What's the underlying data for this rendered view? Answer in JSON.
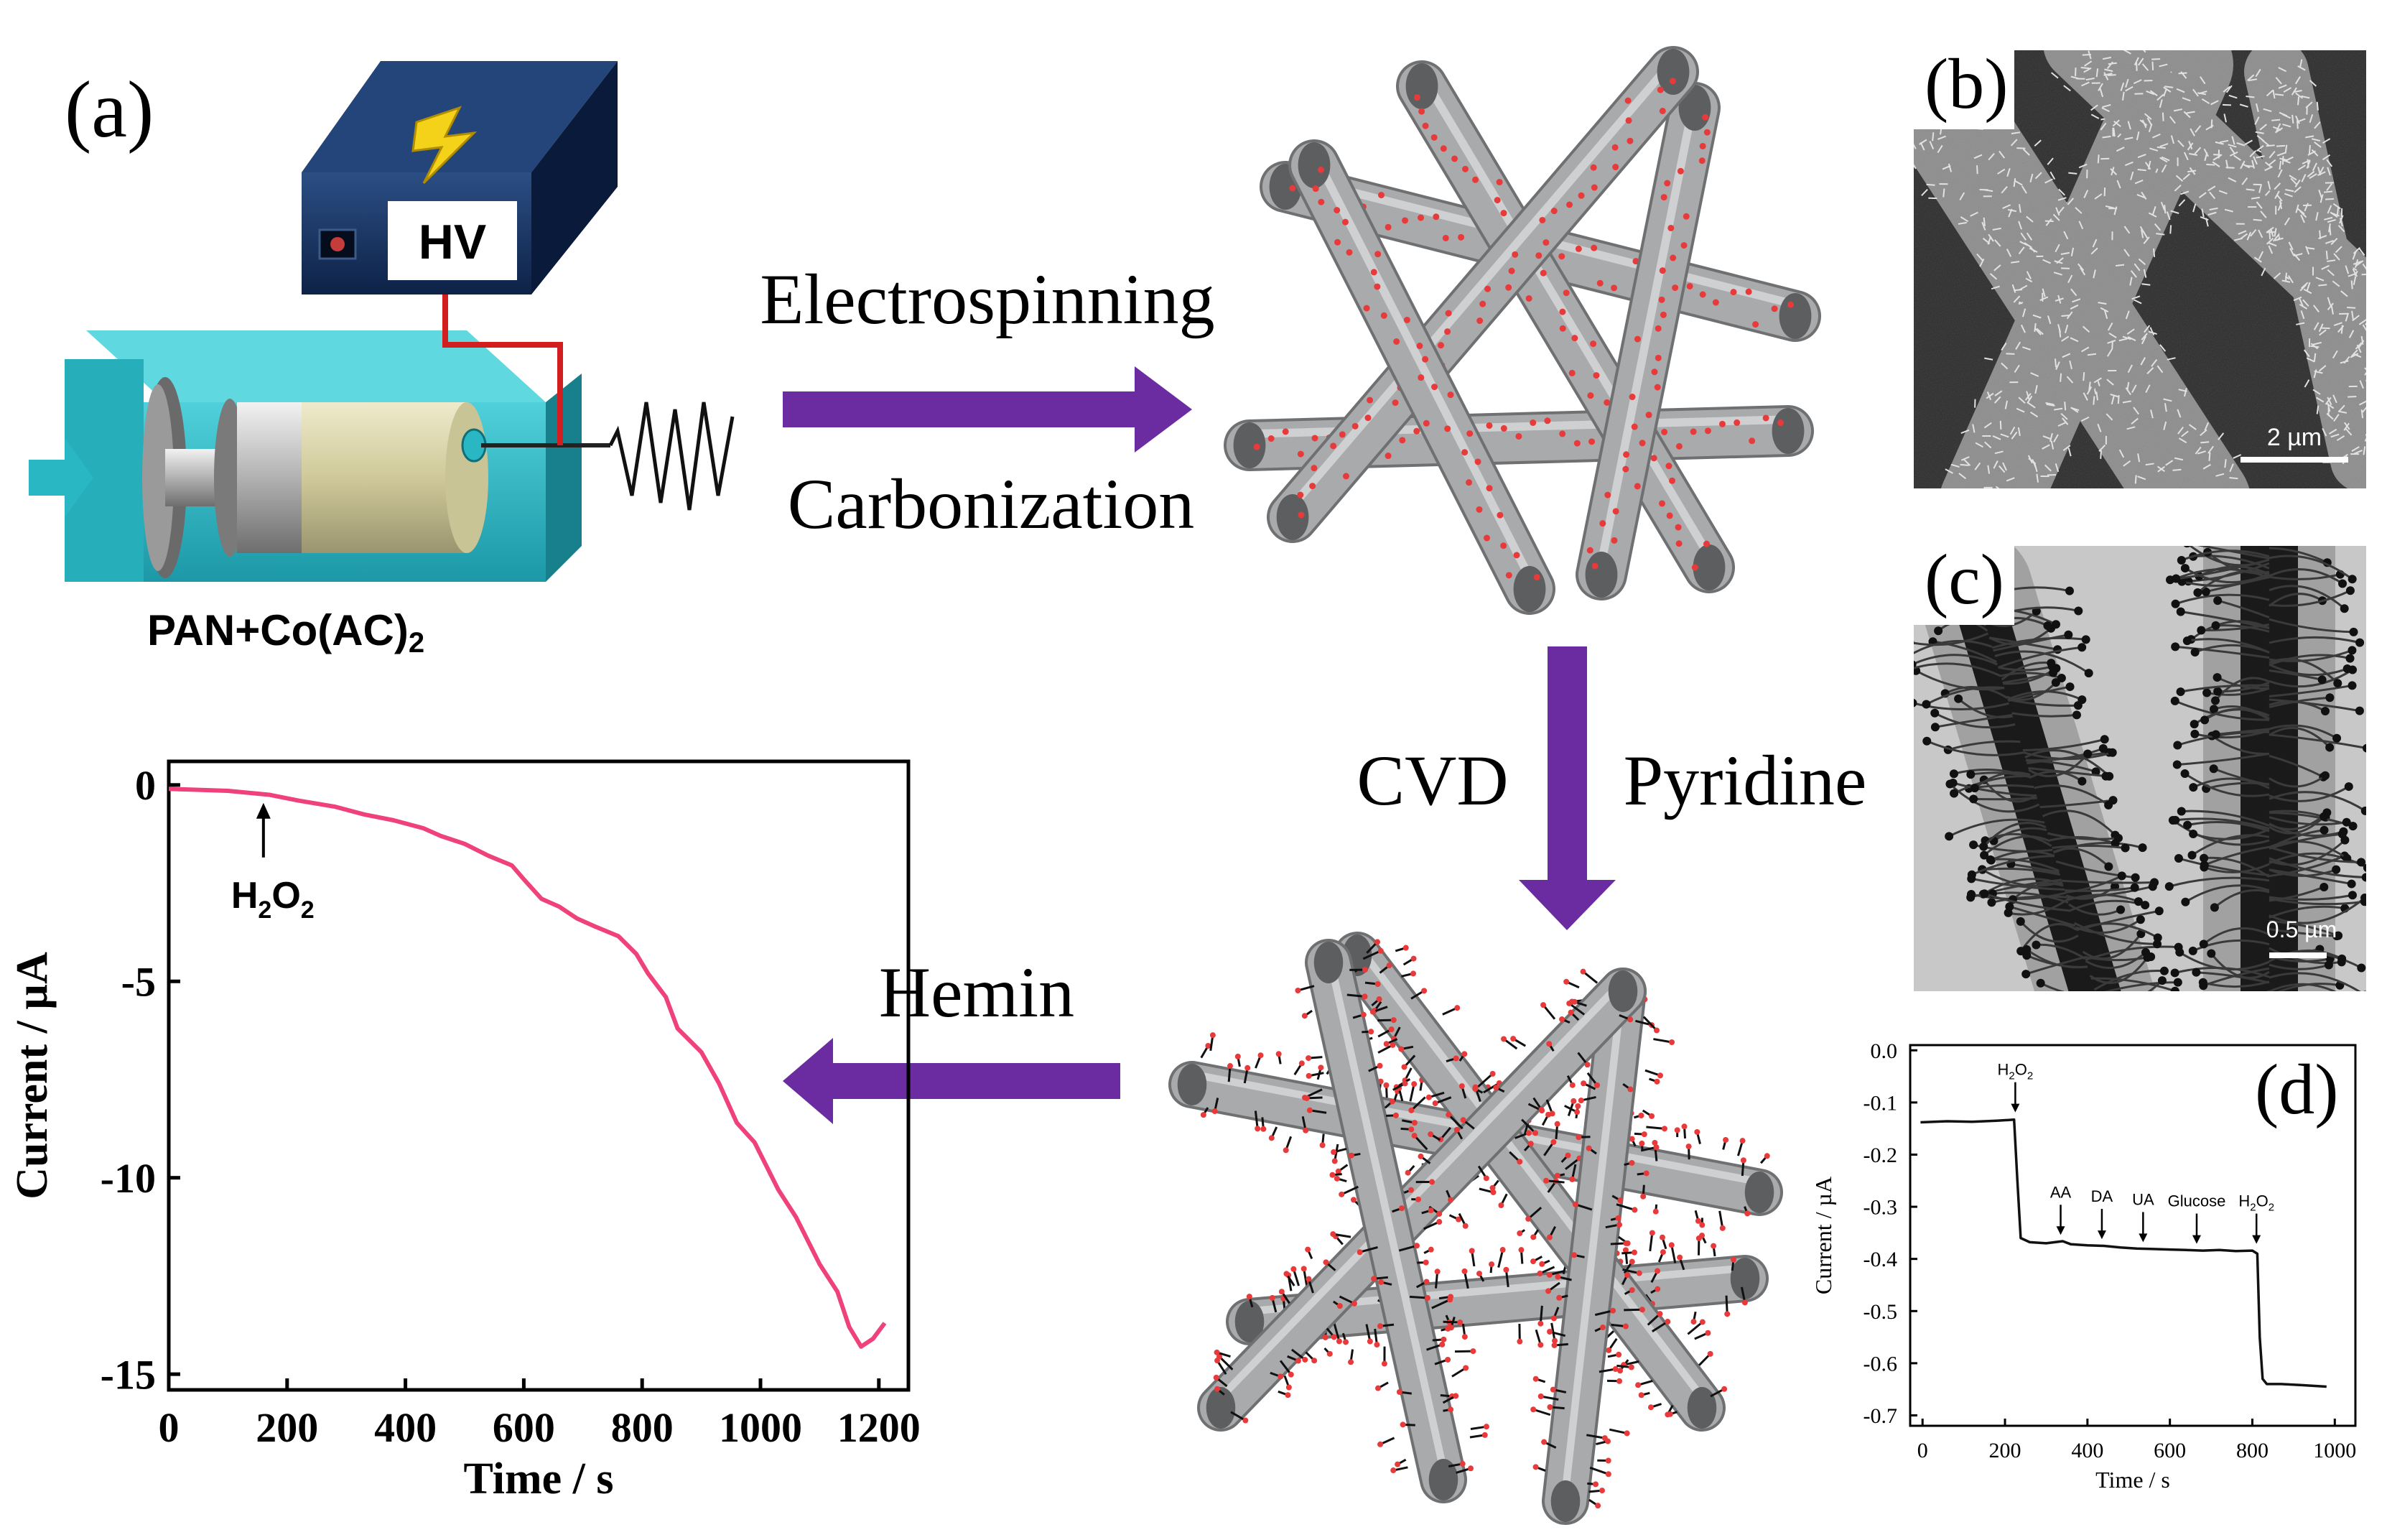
{
  "panels": {
    "a": "(a)",
    "b": "(b)",
    "c": "(c)",
    "d": "(d)"
  },
  "apparatus": {
    "power_label": "HV",
    "solution_label": "PAN+Co(AC)",
    "solution_subscript": "2"
  },
  "steps": {
    "electrospinning": "Electrospinning",
    "carbonization": "Carbonization",
    "cvd": "CVD",
    "pyridine": "Pyridine",
    "hemin": "Hemin"
  },
  "micrographs": {
    "b_scale": "2 µm",
    "c_scale": "0.5 µm"
  },
  "colors": {
    "arrow": "#6a2ca0",
    "trace_main": "#f0427a",
    "dot": "#e83a3a",
    "fiber": "#a9aaac",
    "syringe_base": "#2ab7c4",
    "hv_box": "#14305c"
  },
  "chart_data": [
    {
      "type": "line",
      "panel": "a",
      "title": "",
      "xlabel": "Time / s",
      "ylabel": "Current / µA",
      "xlim": [
        0,
        1250
      ],
      "ylim": [
        -15.4,
        0.6
      ],
      "xticks": [
        0,
        200,
        400,
        600,
        800,
        1000,
        1200
      ],
      "yticks": [
        0,
        -5,
        -10,
        -15
      ],
      "annotation": {
        "base": "H",
        "sub1": "2",
        "mid": "O",
        "sub2": "2",
        "x": 160,
        "y": -0.2
      },
      "series": [
        {
          "color": "#f0427a",
          "x": [
            0,
            100,
            170,
            220,
            280,
            330,
            380,
            430,
            460,
            500,
            540,
            580,
            600,
            630,
            660,
            690,
            720,
            760,
            790,
            810,
            840,
            860,
            900,
            930,
            960,
            990,
            1030,
            1060,
            1100,
            1130,
            1150,
            1170,
            1190,
            1210
          ],
          "y": [
            -0.1,
            -0.15,
            -0.25,
            -0.4,
            -0.55,
            -0.75,
            -0.9,
            -1.1,
            -1.3,
            -1.5,
            -1.8,
            -2.05,
            -2.4,
            -2.9,
            -3.1,
            -3.4,
            -3.6,
            -3.85,
            -4.3,
            -4.8,
            -5.4,
            -6.2,
            -6.8,
            -7.6,
            -8.6,
            -9.1,
            -10.3,
            -11.0,
            -12.2,
            -12.9,
            -13.8,
            -14.3,
            -14.1,
            -13.7
          ]
        }
      ]
    },
    {
      "type": "line",
      "panel": "d",
      "title": "",
      "xlabel": "Time / s",
      "ylabel": "Current / µA",
      "xlim": [
        -30,
        1050
      ],
      "ylim": [
        -0.72,
        0.01
      ],
      "xticks": [
        0,
        200,
        400,
        600,
        800,
        1000
      ],
      "yticks": [
        0.0,
        -0.1,
        -0.2,
        -0.3,
        -0.4,
        -0.5,
        -0.6,
        -0.7
      ],
      "annotations": [
        {
          "label": "H2O2",
          "x": 225,
          "y": -0.13
        },
        {
          "label": "AA",
          "x": 335,
          "y": -0.365
        },
        {
          "label": "DA",
          "x": 435,
          "y": -0.373
        },
        {
          "label": "UA",
          "x": 535,
          "y": -0.379
        },
        {
          "label": "Glucose",
          "x": 665,
          "y": -0.382
        },
        {
          "label": "H2O2",
          "x": 810,
          "y": -0.382
        }
      ],
      "series": [
        {
          "color": "#111111",
          "x": [
            -5,
            60,
            120,
            180,
            222,
            230,
            238,
            260,
            300,
            340,
            360,
            400,
            440,
            480,
            520,
            560,
            600,
            640,
            680,
            720,
            760,
            800,
            812,
            818,
            825,
            835,
            870,
            920,
            980
          ],
          "y": [
            -0.138,
            -0.136,
            -0.137,
            -0.135,
            -0.133,
            -0.25,
            -0.36,
            -0.368,
            -0.37,
            -0.366,
            -0.372,
            -0.374,
            -0.375,
            -0.378,
            -0.38,
            -0.381,
            -0.382,
            -0.383,
            -0.384,
            -0.383,
            -0.385,
            -0.384,
            -0.39,
            -0.55,
            -0.63,
            -0.64,
            -0.64,
            -0.642,
            -0.645
          ]
        }
      ]
    }
  ]
}
